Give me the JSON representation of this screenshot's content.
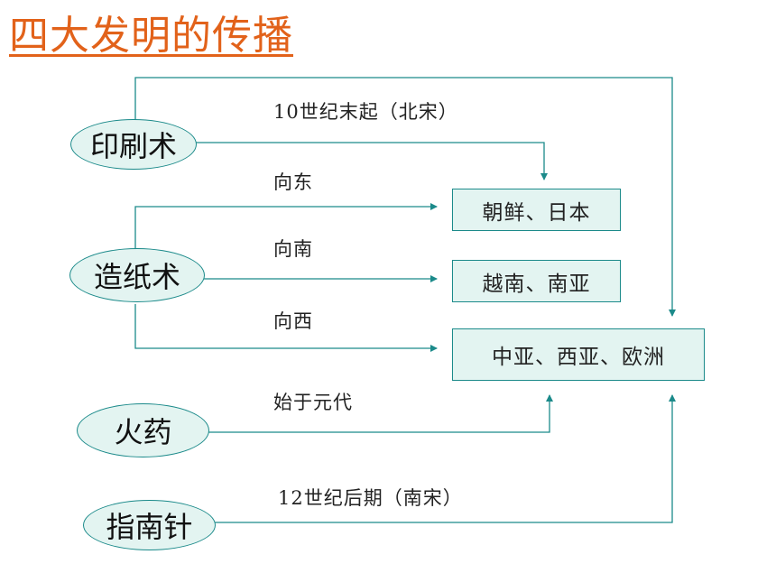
{
  "title": "四大发明的传播",
  "inventions": {
    "printing": "印刷术",
    "paper": "造纸术",
    "gunpowder": "火药",
    "compass": "指南针"
  },
  "destinations": {
    "korea_japan": "朝鲜、日本",
    "vietnam_south_asia": "越南、南亚",
    "central_west_asia_europe": "中亚、西亚、欧洲"
  },
  "labels": {
    "printing_time": "10世纪末起（北宋）",
    "east": "向东",
    "south": "向南",
    "west": "向西",
    "gunpowder_time": "始于元代",
    "compass_time": "12世纪后期（南宋）"
  },
  "colors": {
    "title": "#e2621a",
    "line": "#1b8a8a",
    "shape_fill": "#e3f4f1"
  }
}
